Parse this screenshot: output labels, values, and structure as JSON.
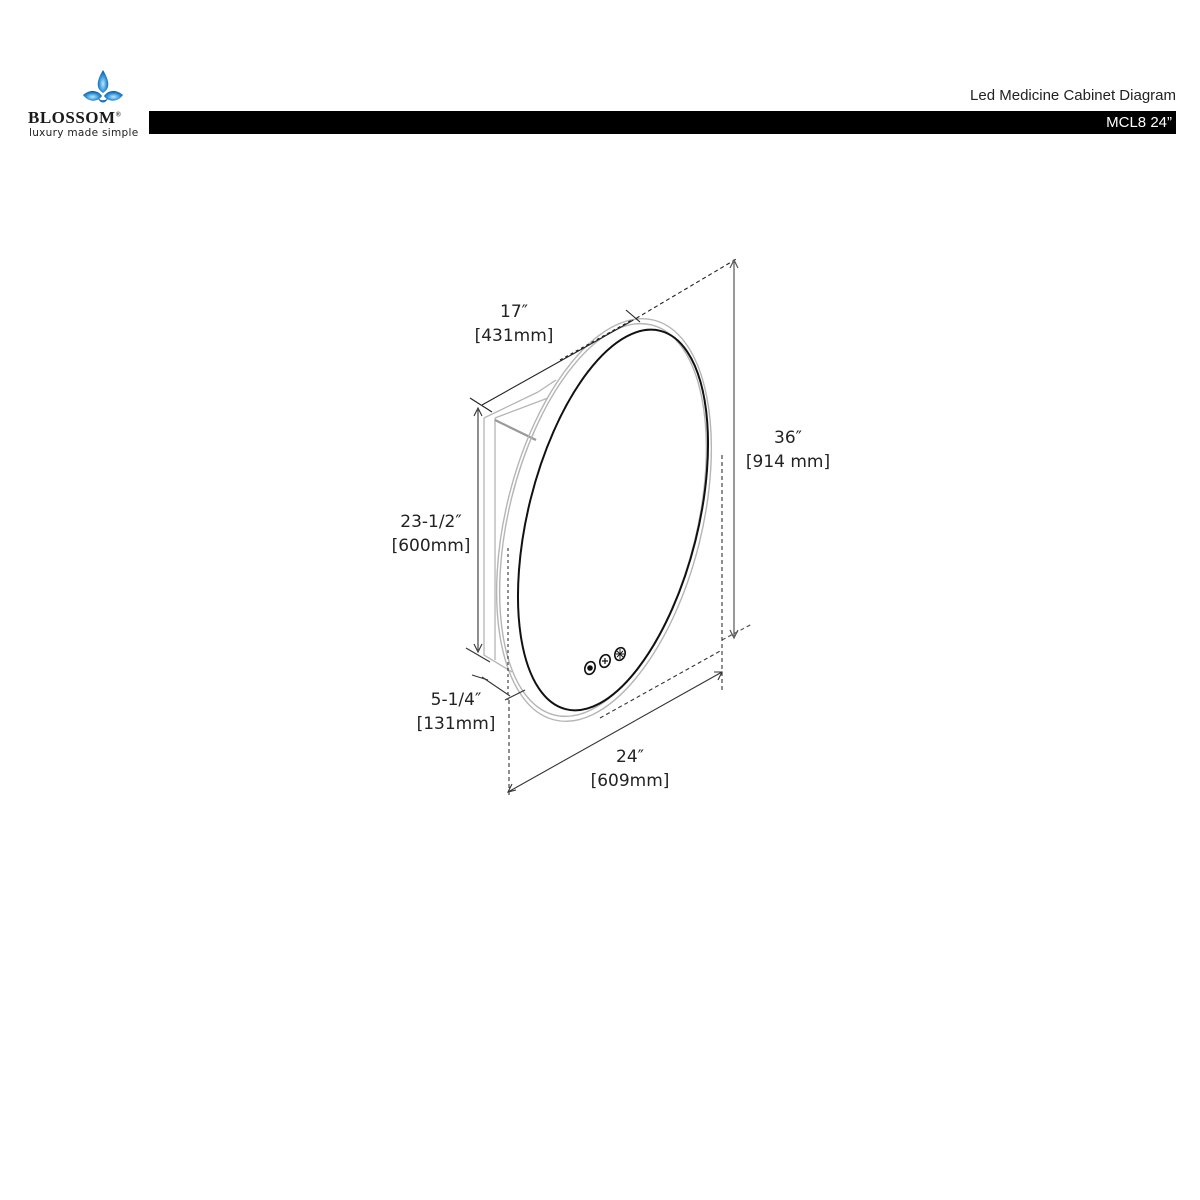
{
  "header": {
    "brand_name": "BLOSSOM",
    "brand_mark": "®",
    "brand_tagline": "luxury made simple",
    "document_title": "Led Medicine Cabinet Diagram",
    "model": "MCL8 24”"
  },
  "dimensions": {
    "depth": {
      "imperial": "17″",
      "metric": "[431mm]"
    },
    "height": {
      "imperial": "36″",
      "metric": "[914 mm]"
    },
    "cabinet_height": {
      "imperial": "23-1/2″",
      "metric": "[600mm]"
    },
    "cabinet_depth": {
      "imperial": "5-1/4″",
      "metric": "[131mm]"
    },
    "width": {
      "imperial": "24″",
      "metric": "[609mm]"
    }
  },
  "controls": {
    "buttons": [
      "power-button",
      "defog-button",
      "light-button"
    ]
  },
  "colors": {
    "title_bar": "#000000",
    "logo_blue": "#2a8fd6",
    "outline_dark": "#111111",
    "outline_light": "#b5b5b5"
  }
}
